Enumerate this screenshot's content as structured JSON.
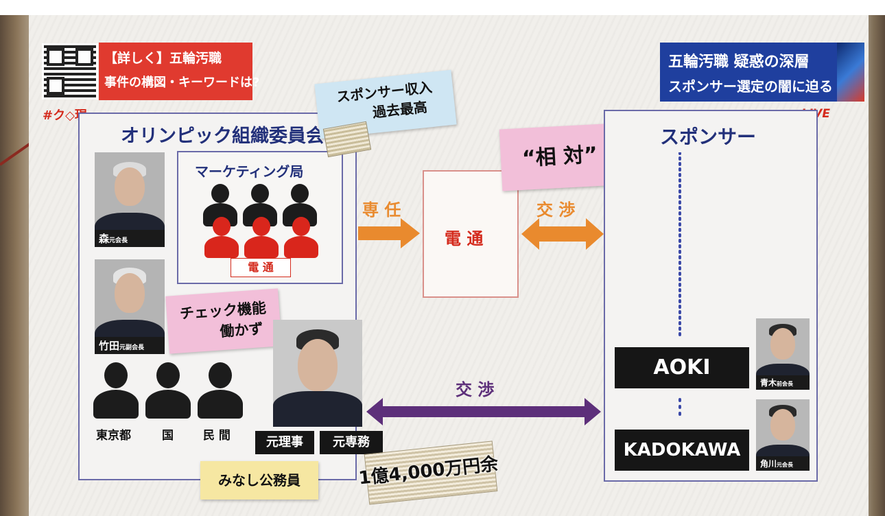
{
  "overlay_tl": {
    "line1": "【詳しく】五輪汚職",
    "line2": "事件の構図・キーワードは?"
  },
  "show_hashtag": "#ク◇現",
  "overlay_tr": {
    "line1": "五輪汚職 疑惑の深層",
    "line2": "スポンサー選定の闇に迫る"
  },
  "live_label": "LIVE",
  "olympic": {
    "title": "オリンピック組織委員会",
    "marketing_title": "マーケティング局",
    "dentsu_tag": "電 通",
    "mori": {
      "name": "森",
      "role": "元会長"
    },
    "takeda": {
      "name": "竹田",
      "role": "元副会長"
    },
    "groups": [
      "東京都",
      "国",
      "民 間"
    ]
  },
  "sponsor_note": {
    "line1": "スポンサー収入",
    "line2": "過去最高"
  },
  "senin_label": "専 任",
  "dentsu_center": "電 通",
  "aitai_label": "“相 対”",
  "kosho_top": "交 渉",
  "kosho_bottom": "交 渉",
  "check_note": {
    "line1": "チェック機能",
    "line2": "働かず"
  },
  "takahashi": {
    "role1": "元理事",
    "role2": "元専務"
  },
  "minashi": "みなし公務員",
  "money": "1億4,000万円余",
  "sponsor": {
    "title": "スポンサー",
    "companies": [
      "AOKI",
      "KADOKAWA"
    ],
    "aoki_person": {
      "name": "青木",
      "role": "前会長"
    },
    "kadokawa_person": {
      "name": "角川",
      "role": "元会長"
    }
  },
  "colors": {
    "accent_red": "#d42a1c",
    "navy": "#22307a",
    "orange": "#e98a2e",
    "purple": "#5d2f7a",
    "box_border": "#6a6aa8"
  }
}
